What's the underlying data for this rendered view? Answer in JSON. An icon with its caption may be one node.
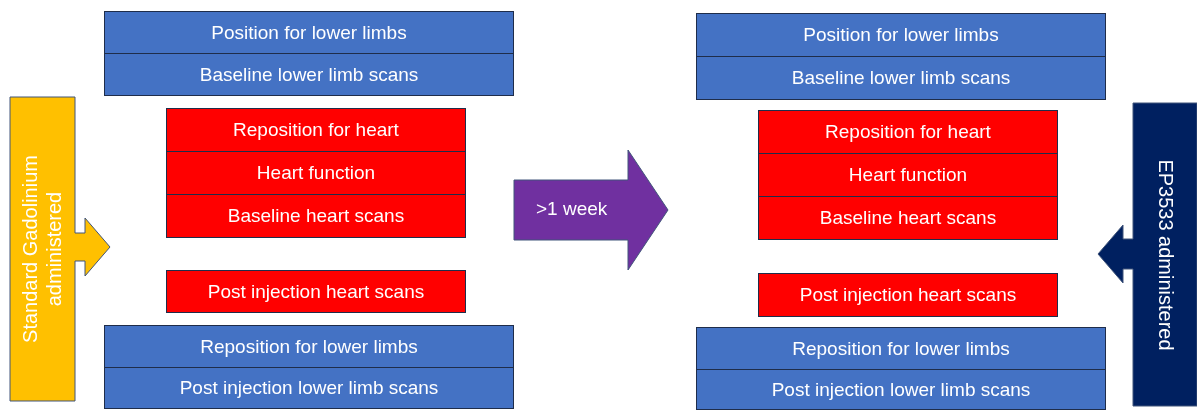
{
  "diagram": {
    "nodes": [
      {
        "text": [
          "Standard Gadolinium administered"
        ]
      },
      {
        "text": [
          "Position for lower limbs"
        ]
      },
      {
        "text": [
          "Baseline lower limb scans"
        ]
      },
      {
        "text": [
          "Reposition for heart"
        ]
      },
      {
        "text": [
          "Heart function"
        ]
      },
      {
        "text": [
          "Baseline heart scans"
        ]
      },
      {
        "text": [
          "Post injection heart scans"
        ]
      },
      {
        "text": [
          "Reposition for lower limbs"
        ]
      },
      {
        "text": [
          "Post injection lower limb scans"
        ]
      },
      {
        "text": [
          ">1 week"
        ]
      },
      {
        "text": [
          "Position for lower limbs"
        ]
      },
      {
        "text": [
          "Baseline lower limb scans"
        ]
      },
      {
        "text": [
          "Reposition for heart"
        ]
      },
      {
        "text": [
          "Heart function"
        ]
      },
      {
        "text": [
          "Baseline heart scans"
        ]
      },
      {
        "text": [
          "Post injection heart scans"
        ]
      },
      {
        "text": [
          "Reposition for lower limbs"
        ]
      },
      {
        "text": [
          "Post injection lower limb scans"
        ]
      },
      {
        "text": [
          "EP3533 administered"
        ]
      }
    ]
  }
}
